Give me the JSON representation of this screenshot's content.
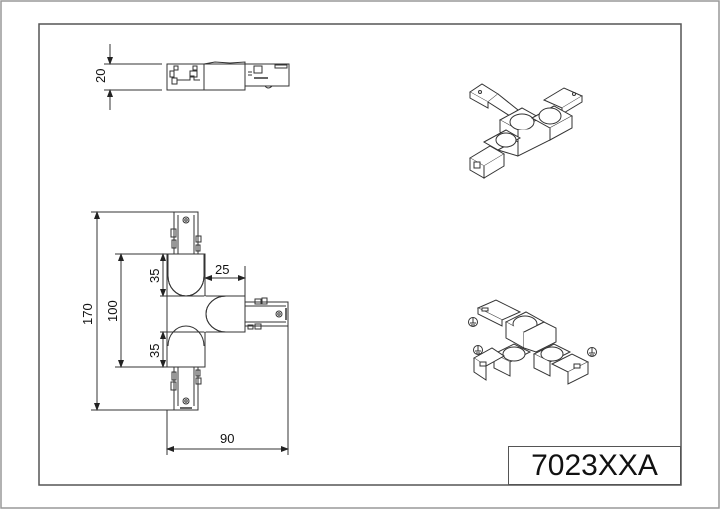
{
  "drawing": {
    "part_number": "7023XXA",
    "dimensions": {
      "height_side": "20",
      "total_length": "170",
      "inner_length": "100",
      "upper_segment": "35",
      "lower_segment": "35",
      "branch_offset": "25",
      "total_width": "90"
    },
    "views": [
      "side-view",
      "front-view",
      "isometric-view-top",
      "isometric-view-bottom"
    ],
    "colors": {
      "line": "#333333",
      "frame": "#555555",
      "background": "#ffffff",
      "fill": "#ffffff"
    }
  }
}
